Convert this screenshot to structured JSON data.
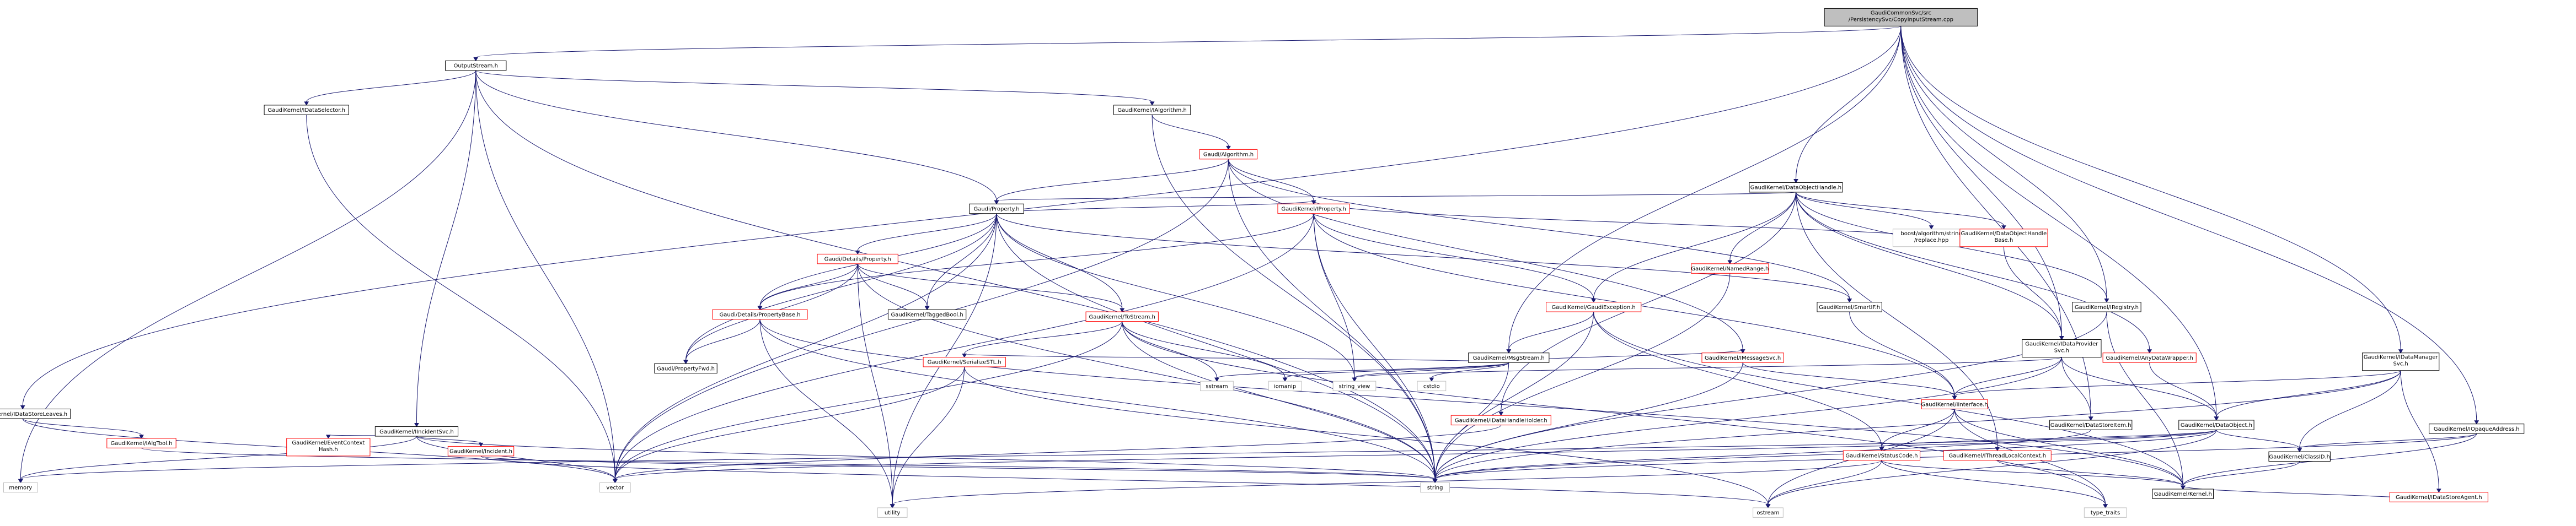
{
  "colors": {
    "edge": "#191970",
    "normal_fill": "#ffffff",
    "normal_stroke": "#000000",
    "incomplete_stroke": "#ff0000",
    "external_stroke": "#bfbfbf",
    "root_fill": "#bfbfbf",
    "text": "#000000"
  },
  "nodes": [
    {
      "id": "root",
      "lines": [
        "GaudiCommonSvc/src",
        "/PersistencySvc/CopyInputStream.cpp"
      ],
      "kind": "root"
    },
    {
      "id": "outputstream",
      "lines": [
        "OutputStream.h"
      ],
      "kind": "normal"
    },
    {
      "id": "idataselector",
      "lines": [
        "GaudiKernel/IDataSelector.h"
      ],
      "kind": "normal"
    },
    {
      "id": "ialgorithm",
      "lines": [
        "GaudiKernel/IAlgorithm.h"
      ],
      "kind": "normal"
    },
    {
      "id": "galgorithm",
      "lines": [
        "Gaudi/Algorithm.h"
      ],
      "kind": "incomplete"
    },
    {
      "id": "gproperty",
      "lines": [
        "Gaudi/Property.h"
      ],
      "kind": "normal"
    },
    {
      "id": "iproperty",
      "lines": [
        "GaudiKernel/IProperty.h"
      ],
      "kind": "incomplete"
    },
    {
      "id": "detailsproperty",
      "lines": [
        "Gaudi/Details/Property.h"
      ],
      "kind": "incomplete"
    },
    {
      "id": "propertybase",
      "lines": [
        "Gaudi/Details/PropertyBase.h"
      ],
      "kind": "incomplete"
    },
    {
      "id": "propertyfwd",
      "lines": [
        "Gaudi/PropertyFwd.h"
      ],
      "kind": "normal"
    },
    {
      "id": "taggedbool",
      "lines": [
        "GaudiKernel/TaggedBool.h"
      ],
      "kind": "normal"
    },
    {
      "id": "tostream",
      "lines": [
        "GaudiKernel/ToStream.h"
      ],
      "kind": "incomplete"
    },
    {
      "id": "serializestl",
      "lines": [
        "GaudiKernel/SerializeSTL.h"
      ],
      "kind": "incomplete"
    },
    {
      "id": "gaudiexception",
      "lines": [
        "GaudiKernel/GaudiException.h"
      ],
      "kind": "incomplete"
    },
    {
      "id": "msgstream",
      "lines": [
        "GaudiKernel/MsgStream.h"
      ],
      "kind": "normal"
    },
    {
      "id": "imessagesvc",
      "lines": [
        "GaudiKernel/IMessageSvc.h"
      ],
      "kind": "incomplete"
    },
    {
      "id": "iinterface",
      "lines": [
        "GaudiKernel/IInterface.h"
      ],
      "kind": "incomplete"
    },
    {
      "id": "statuscode",
      "lines": [
        "GaudiKernel/StatusCode.h"
      ],
      "kind": "incomplete"
    },
    {
      "id": "threadlocal",
      "lines": [
        "GaudiKernel/IThreadLocalContext.h"
      ],
      "kind": "incomplete"
    },
    {
      "id": "kernel",
      "lines": [
        "GaudiKernel/Kernel.h"
      ],
      "kind": "normal"
    },
    {
      "id": "smartif",
      "lines": [
        "GaudiKernel/SmartIF.h"
      ],
      "kind": "normal"
    },
    {
      "id": "dataobjecthandle",
      "lines": [
        "GaudiKernel/DataObjectHandle.h"
      ],
      "kind": "normal"
    },
    {
      "id": "boostreplace",
      "lines": [
        "boost/algorithm/string",
        "/replace.hpp"
      ],
      "kind": "external"
    },
    {
      "id": "dohandlebase",
      "lines": [
        "GaudiKernel/DataObjectHandle",
        "Base.h"
      ],
      "kind": "incomplete"
    },
    {
      "id": "namedrange",
      "lines": [
        "GaudiKernel/NamedRange.h"
      ],
      "kind": "incomplete"
    },
    {
      "id": "idatahandleholder",
      "lines": [
        "GaudiKernel/IDataHandleHolder.h"
      ],
      "kind": "incomplete"
    },
    {
      "id": "idataprovidersvc",
      "lines": [
        "GaudiKernel/IDataProvider",
        "Svc.h"
      ],
      "kind": "normal"
    },
    {
      "id": "anydatawrapper",
      "lines": [
        "GaudiKernel/AnyDataWrapper.h"
      ],
      "kind": "incomplete"
    },
    {
      "id": "iregistry",
      "lines": [
        "GaudiKernel/IRegistry.h"
      ],
      "kind": "normal"
    },
    {
      "id": "datastoreitem",
      "lines": [
        "GaudiKernel/DataStoreItem.h"
      ],
      "kind": "normal"
    },
    {
      "id": "dataobject",
      "lines": [
        "GaudiKernel/DataObject.h"
      ],
      "kind": "normal"
    },
    {
      "id": "classid",
      "lines": [
        "GaudiKernel/ClassID.h"
      ],
      "kind": "normal"
    },
    {
      "id": "idatamanagersvc",
      "lines": [
        "GaudiKernel/IDataManager",
        "Svc.h"
      ],
      "kind": "normal"
    },
    {
      "id": "iopaqueaddress",
      "lines": [
        "GaudiKernel/IOpaqueAddress.h"
      ],
      "kind": "normal"
    },
    {
      "id": "idatastoreagent",
      "lines": [
        "GaudiKernel/IDataStoreAgent.h"
      ],
      "kind": "incomplete"
    },
    {
      "id": "idatastoreleaves",
      "lines": [
        "GaudiKernel/IDataStoreLeaves.h"
      ],
      "kind": "normal"
    },
    {
      "id": "ialgtool",
      "lines": [
        "GaudiKernel/IAlgTool.h"
      ],
      "kind": "incomplete"
    },
    {
      "id": "iincidentsvc",
      "lines": [
        "GaudiKernel/IIncidentSvc.h"
      ],
      "kind": "normal"
    },
    {
      "id": "incident",
      "lines": [
        "GaudiKernel/Incident.h"
      ],
      "kind": "incomplete"
    },
    {
      "id": "eventcontexthash",
      "lines": [
        "GaudiKernel/EventContext",
        "Hash.h"
      ],
      "kind": "incomplete"
    },
    {
      "id": "memory",
      "lines": [
        "memory"
      ],
      "kind": "external"
    },
    {
      "id": "vector",
      "lines": [
        "vector"
      ],
      "kind": "external"
    },
    {
      "id": "string",
      "lines": [
        "string"
      ],
      "kind": "external"
    },
    {
      "id": "utility",
      "lines": [
        "utility"
      ],
      "kind": "external"
    },
    {
      "id": "ostream",
      "lines": [
        "ostream"
      ],
      "kind": "external"
    },
    {
      "id": "typetraits",
      "lines": [
        "type_traits"
      ],
      "kind": "external"
    },
    {
      "id": "stringview",
      "lines": [
        "string_view"
      ],
      "kind": "external"
    },
    {
      "id": "sstream",
      "lines": [
        "sstream"
      ],
      "kind": "external"
    },
    {
      "id": "iomanip",
      "lines": [
        "iomanip"
      ],
      "kind": "external"
    },
    {
      "id": "cstdio",
      "lines": [
        "cstdio"
      ],
      "kind": "external"
    }
  ]
}
